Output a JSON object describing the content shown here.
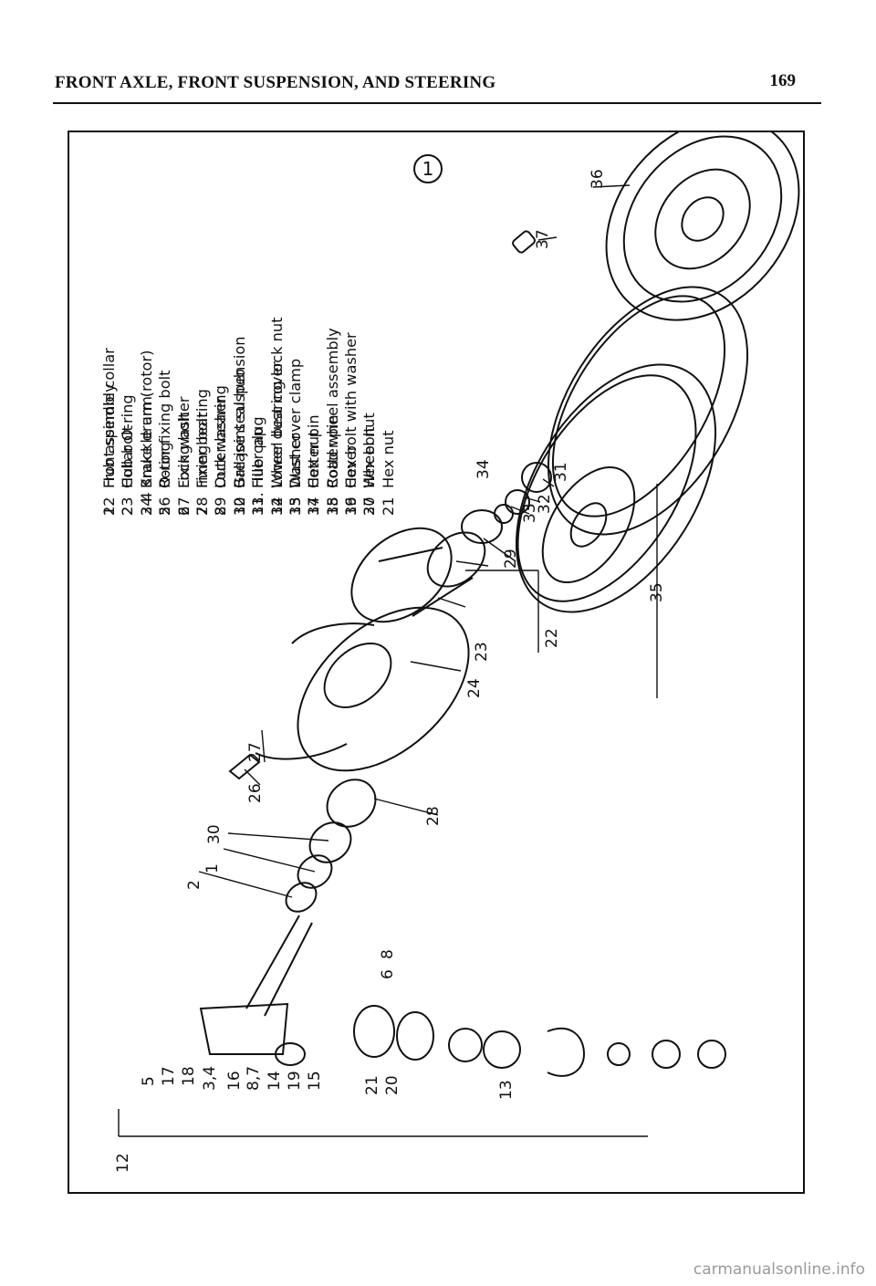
{
  "header": {
    "section_title": "FRONT AXLE, FRONT SUSPENSION, AND STEERING",
    "page_number": "169"
  },
  "figure": {
    "id": "1",
    "legend_left": [
      {
        "num": "1",
        "label": "Front spindle collar"
      },
      {
        "num": "2",
        "label": "Collar O-ring"
      },
      {
        "num": "3 4",
        "label": "Knuckle arm"
      },
      {
        "num": "5",
        "label": "O-ring"
      },
      {
        "num": "6",
        "label": "Fixing bolt"
      },
      {
        "num": "7",
        "label": "Fixing bolt"
      },
      {
        "num": "8",
        "label": "Lock washer"
      },
      {
        "num": "12",
        "label": "Ball joint suspension"
      },
      {
        "num": "13",
        "label": "Filler plug"
      },
      {
        "num": "14",
        "label": "Lower dust cover"
      },
      {
        "num": "15",
        "label": "Dust cover clamp"
      },
      {
        "num": "17",
        "label": "Hex nut"
      },
      {
        "num": "18",
        "label": "Cotter pin"
      },
      {
        "num": "19",
        "label": "Hex bolt with washer"
      },
      {
        "num": "20",
        "label": "Hex bolt"
      },
      {
        "num": "21",
        "label": "Hex nut"
      }
    ],
    "legend_right": [
      {
        "num": "22",
        "label": "Hub assembly"
      },
      {
        "num": "23",
        "label": "Hub bolt"
      },
      {
        "num": "24",
        "label": "Brake drum (rotor)"
      },
      {
        "num": "26",
        "label": "Rotor fixing bolt"
      },
      {
        "num": "27",
        "label": "Lock washer"
      },
      {
        "num": "28",
        "label": "Inner bearing"
      },
      {
        "num": "29",
        "label": "Outer bearing"
      },
      {
        "num": "30",
        "label": "Grease seal hub"
      },
      {
        "num": "31.",
        "label": "Hub cap"
      },
      {
        "num": "32",
        "label": "Wheel bearing lock nut"
      },
      {
        "num": "33",
        "label": "Washer"
      },
      {
        "num": "34",
        "label": "Cotter pin"
      },
      {
        "num": "35",
        "label": "Road wheel assembly"
      },
      {
        "num": "36",
        "label": "Cover"
      },
      {
        "num": "37",
        "label": "Wheel nut"
      }
    ],
    "callouts": {
      "c1": "1",
      "c2": "2",
      "c5": "5",
      "c6": "6",
      "c8": "8",
      "c12": "12",
      "c13": "13",
      "c14": "14",
      "c15": "15",
      "c16": "16",
      "c17": "17",
      "c18": "18",
      "c19": "19",
      "c20": "20",
      "c21": "21",
      "c22": "22",
      "c23": "23",
      "c24": "24",
      "c26": "26",
      "c27": "27",
      "c28": "28",
      "c29": "29",
      "c30": "30",
      "c31": "31",
      "c32": "32",
      "c33": "33",
      "c34": "34",
      "c35": "35",
      "c36": "36",
      "c37": "37",
      "c34b": "3,4",
      "c87": "8,7"
    }
  },
  "footer": {
    "watermark": "carmanualsonline.info"
  }
}
